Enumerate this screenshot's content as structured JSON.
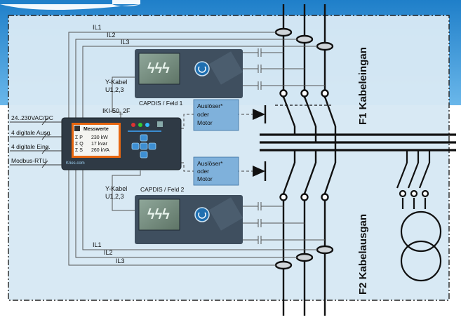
{
  "fields": {
    "f1_label": "F1 Kabeleingan",
    "f2_label": "F2 Kabelausgan"
  },
  "currents_top": [
    "IL1",
    "IL2",
    "IL3"
  ],
  "currents_bottom": [
    "IL1",
    "IL2",
    "IL3"
  ],
  "capdis_top": {
    "label": "CAPDIS / Feld 1",
    "ykabel_line1": "Y-Kabel",
    "ykabel_line2": "U1,2,3"
  },
  "capdis_bottom": {
    "label": "CAPDIS / Feld 2",
    "ykabel_line1": "Y-Kabel",
    "ykabel_line2": "U1,2,3"
  },
  "iki": {
    "model": "IKI-50_2F",
    "screen_title": "Messwerte",
    "rows": [
      {
        "sym": "Σ P",
        "value": "230 kW"
      },
      {
        "sym": "Σ Q",
        "value": "17  kvar"
      },
      {
        "sym": "Σ S",
        "value": "260 kVA"
      }
    ],
    "brand": "Kries.com"
  },
  "io": {
    "power": "24..230VAC/DC",
    "outputs": "4 digitale Ausg.",
    "inputs": "4 digitale Eing.",
    "bus": "Modbus-RTU"
  },
  "trip_top": [
    "Auslöser*",
    "oder",
    "Motor"
  ],
  "trip_bottom": [
    "Auslöser*",
    "oder",
    "Motor"
  ],
  "colors": {
    "background_panel": "#d7e8f4",
    "header_band": "#3f9ad8",
    "trip_box": "#7fb1db",
    "iki_body": "#2f3a45",
    "screen": "#e8660f"
  }
}
